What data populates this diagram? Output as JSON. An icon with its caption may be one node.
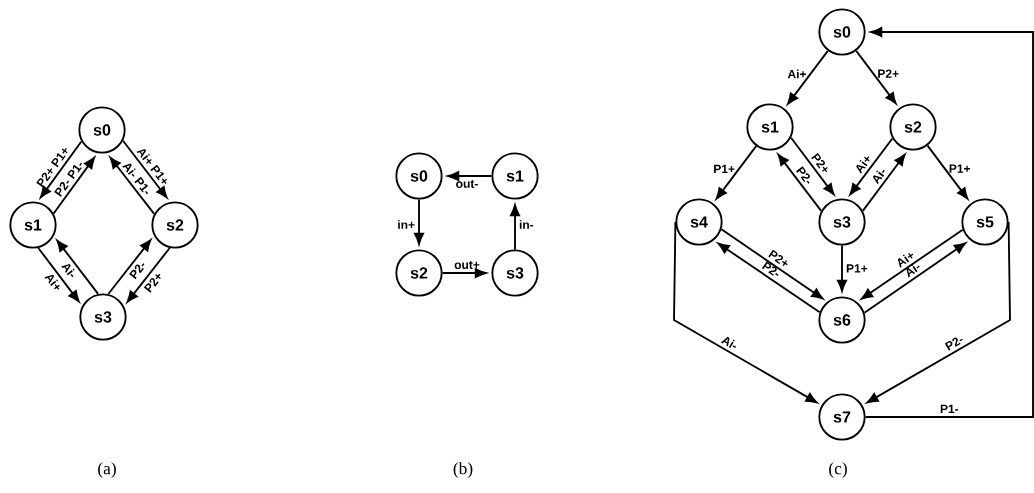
{
  "diagram": {
    "nodes": [
      {
        "text": [
          "s0"
        ]
      },
      {
        "text": [
          "s1"
        ]
      },
      {
        "text": [
          "s2"
        ]
      },
      {
        "text": [
          "s3"
        ]
      },
      {
        "text": [
          "s0"
        ]
      },
      {
        "text": [
          "s1"
        ]
      },
      {
        "text": [
          "s2"
        ]
      },
      {
        "text": [
          "s3"
        ]
      },
      {
        "text": [
          "s0"
        ]
      },
      {
        "text": [
          "s1"
        ]
      },
      {
        "text": [
          "s2"
        ]
      },
      {
        "text": [
          "s3"
        ]
      },
      {
        "text": [
          "s4"
        ]
      },
      {
        "text": [
          "s5"
        ]
      },
      {
        "text": [
          "s6"
        ]
      },
      {
        "text": [
          "s7"
        ]
      }
    ],
    "edges": [
      {
        "from": 0,
        "to": 1,
        "arrow": "to",
        "label": "P2+ P1+"
      },
      {
        "from": 1,
        "to": 0,
        "arrow": "to",
        "label": "P2- P1-"
      },
      {
        "from": 0,
        "to": 2,
        "arrow": "to",
        "label": "Ai+ P1+"
      },
      {
        "from": 2,
        "to": 0,
        "arrow": "to",
        "label": "Ai- P1-"
      },
      {
        "from": 1,
        "to": 3,
        "arrow": "to",
        "label": "Ai+"
      },
      {
        "from": 3,
        "to": 1,
        "arrow": "to",
        "label": "Ai-"
      },
      {
        "from": 3,
        "to": 2,
        "arrow": "to",
        "label": "P2-"
      },
      {
        "from": 2,
        "to": 3,
        "arrow": "to",
        "label": "P2+"
      },
      {
        "from": 5,
        "to": 4,
        "arrow": "to",
        "label": "out-"
      },
      {
        "from": 4,
        "to": 6,
        "arrow": "to",
        "label": "in+"
      },
      {
        "from": 6,
        "to": 7,
        "arrow": "to",
        "label": "out+"
      },
      {
        "from": 7,
        "to": 5,
        "arrow": "to",
        "label": "in-"
      },
      {
        "from": 8,
        "to": 9,
        "arrow": "to",
        "label": "Ai+"
      },
      {
        "from": 8,
        "to": 10,
        "arrow": "to",
        "label": "P2+"
      },
      {
        "from": 9,
        "to": 12,
        "arrow": "to",
        "label": "P1+"
      },
      {
        "from": 10,
        "to": 13,
        "arrow": "to",
        "label": "P1+"
      },
      {
        "from": 9,
        "to": 11,
        "arrow": "to",
        "label": "P2+"
      },
      {
        "from": 11,
        "to": 9,
        "arrow": "to",
        "label": "P2-"
      },
      {
        "from": 10,
        "to": 11,
        "arrow": "to",
        "label": "Ai+"
      },
      {
        "from": 11,
        "to": 10,
        "arrow": "to",
        "label": "Ai-"
      },
      {
        "from": 12,
        "to": 14,
        "arrow": "to",
        "label": "P2+"
      },
      {
        "from": 14,
        "to": 12,
        "arrow": "to",
        "label": "P2-"
      },
      {
        "from": 11,
        "to": 14,
        "arrow": "to",
        "label": "P1+"
      },
      {
        "from": 13,
        "to": 14,
        "arrow": "to",
        "label": "Ai+"
      },
      {
        "from": 14,
        "to": 13,
        "arrow": "to",
        "label": "Ai-"
      },
      {
        "from": 12,
        "to": 15,
        "arrow": "to",
        "label": "Ai-"
      },
      {
        "from": 13,
        "to": 15,
        "arrow": "to",
        "label": "P2-"
      },
      {
        "from": 15,
        "to": 8,
        "arrow": "to",
        "label": "P1-"
      }
    ],
    "labels": [
      "(a)",
      "(b)",
      "(c)"
    ]
  }
}
